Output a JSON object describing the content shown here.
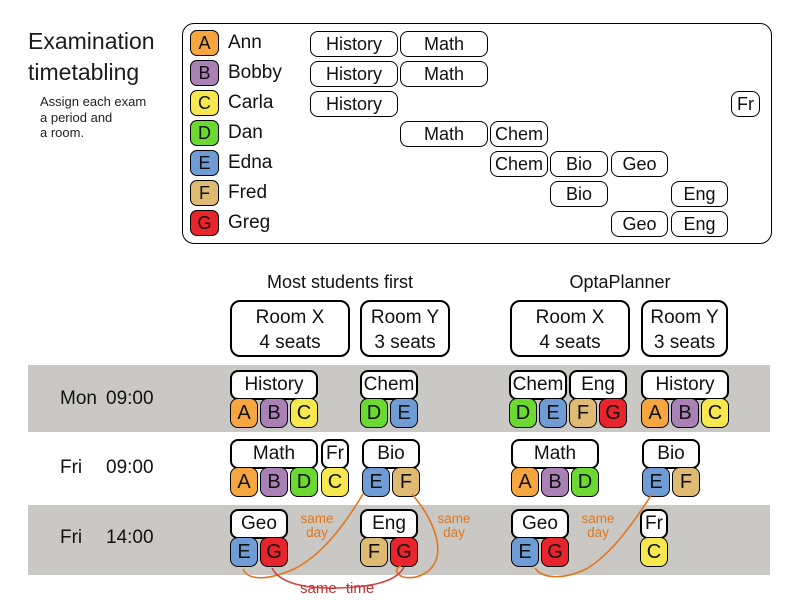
{
  "intro": {
    "title_line1": "Examination",
    "title_line2": "timetabling",
    "subtitle_lines": [
      "Assign each exam",
      "a period and",
      "a room."
    ]
  },
  "palette": {
    "A": "#F5A63F",
    "B": "#A981B5",
    "C": "#F6E84E",
    "D": "#6CD832",
    "E": "#6F9CD4",
    "F": "#DFBA73",
    "G": "#E8242C"
  },
  "colors": {
    "band": "#C9C8C4",
    "annotation_orange": "#E0761F",
    "annotation_red": "#C23232",
    "curve_orange": "#E0761F",
    "curve_red": "#D04545"
  },
  "roster": {
    "students": [
      {
        "id": "A",
        "name": "Ann",
        "exams": [
          "History",
          "Math"
        ]
      },
      {
        "id": "B",
        "name": "Bobby",
        "exams": [
          "History",
          "Math"
        ]
      },
      {
        "id": "C",
        "name": "Carla",
        "exams": [
          "History",
          "Fr"
        ]
      },
      {
        "id": "D",
        "name": "Dan",
        "exams": [
          "Math",
          "Chem"
        ]
      },
      {
        "id": "E",
        "name": "Edna",
        "exams": [
          "Chem",
          "Bio",
          "Geo"
        ]
      },
      {
        "id": "F",
        "name": "Fred",
        "exams": [
          "Bio",
          "Eng"
        ]
      },
      {
        "id": "G",
        "name": "Greg",
        "exams": [
          "Geo",
          "Eng"
        ]
      }
    ]
  },
  "comparison": {
    "columns": [
      {
        "title": "Most students first",
        "rooms": [
          {
            "name": "Room X",
            "seats": "4 seats"
          },
          {
            "name": "Room Y",
            "seats": "3 seats"
          }
        ]
      },
      {
        "title": "OptaPlanner",
        "rooms": [
          {
            "name": "Room X",
            "seats": "4 seats"
          },
          {
            "name": "Room Y",
            "seats": "3 seats"
          }
        ]
      }
    ],
    "periods": [
      {
        "day": "Mon",
        "time": "09:00"
      },
      {
        "day": "Fri",
        "time": "09:00"
      },
      {
        "day": "Fri",
        "time": "14:00"
      }
    ],
    "cards": [
      {
        "exam": "History",
        "students": [
          "A",
          "B",
          "C"
        ]
      },
      {
        "exam": "Chem",
        "students": [
          "D",
          "E"
        ]
      },
      {
        "exam": "Chem",
        "students": [
          "D",
          "E"
        ]
      },
      {
        "exam": "Eng",
        "students": [
          "F",
          "G"
        ]
      },
      {
        "exam": "History",
        "students": [
          "A",
          "B",
          "C"
        ]
      },
      {
        "exam": "Math",
        "students": [
          "A",
          "B",
          "D"
        ]
      },
      {
        "exam": "Fr",
        "students": [
          "C"
        ]
      },
      {
        "exam": "Bio",
        "students": [
          "E",
          "F"
        ]
      },
      {
        "exam": "Math",
        "students": [
          "A",
          "B",
          "D"
        ]
      },
      {
        "exam": "Bio",
        "students": [
          "E",
          "F"
        ]
      },
      {
        "exam": "Geo",
        "students": [
          "E",
          "G"
        ]
      },
      {
        "exam": "Eng",
        "students": [
          "F",
          "G"
        ]
      },
      {
        "exam": "Geo",
        "students": [
          "E",
          "G"
        ]
      },
      {
        "exam": "Fr",
        "students": [
          "C"
        ]
      }
    ],
    "annotations": {
      "same_day": "same day",
      "same_time": "same time"
    }
  }
}
